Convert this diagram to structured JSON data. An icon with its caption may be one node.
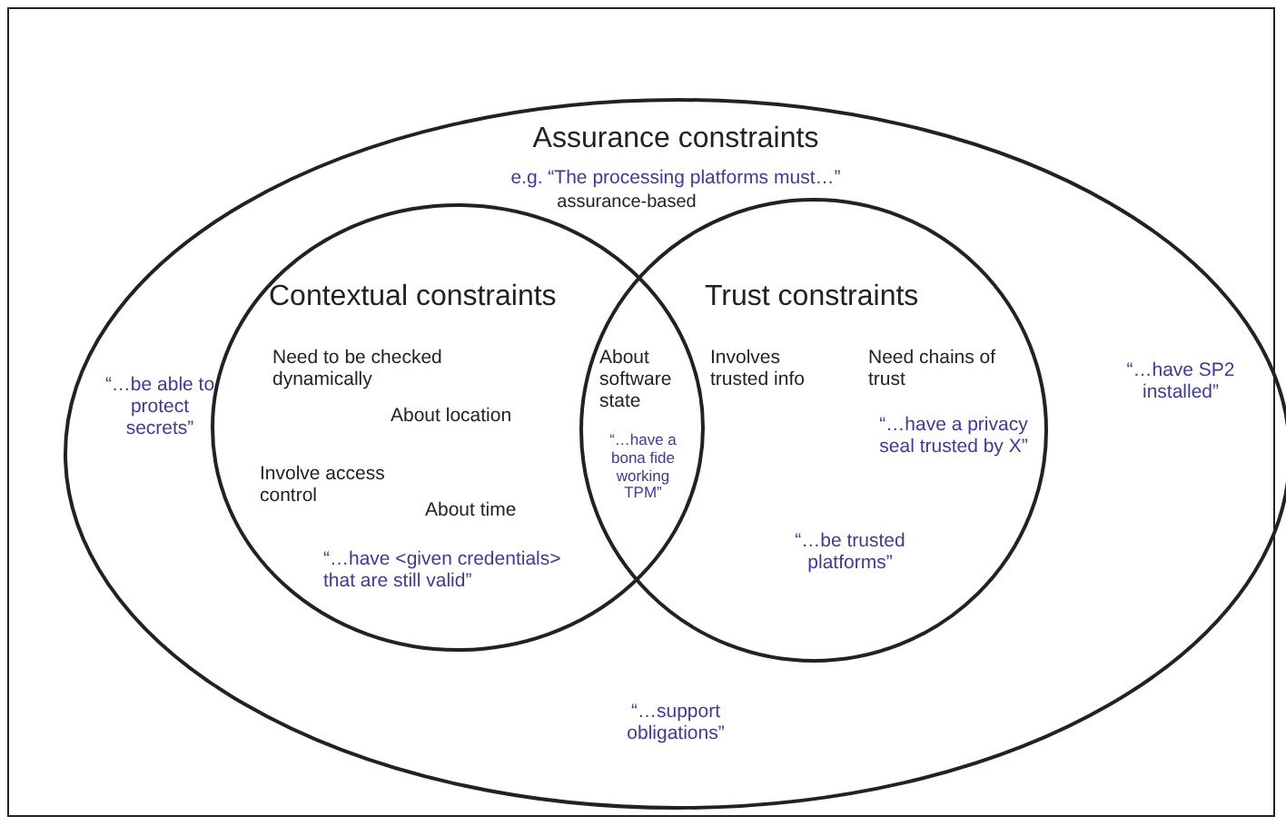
{
  "diagram": {
    "nodes": [
      {
        "text": [
          "Assurance constraints",
          "e.g. “The processing platforms must…”",
          "assurance-based",
          "“…be able to protect secrets”",
          "“…have SP2 installed”",
          "“…support obligations”"
        ]
      },
      {
        "text": [
          "Contextual constraints",
          "Need to be checked dynamically",
          "About location",
          "Involve access control",
          "About time",
          "“…have <given credentials> that are still valid”"
        ],
        "in": 0
      },
      {
        "text": [
          "Trust constraints",
          "Involves trusted info",
          "Need chains of trust",
          "“…have a privacy seal trusted by X”",
          "“…be trusted platforms”"
        ],
        "in": 0
      }
    ],
    "labels": [
      "About software state",
      "“…have a bona fide working TPM”"
    ]
  }
}
